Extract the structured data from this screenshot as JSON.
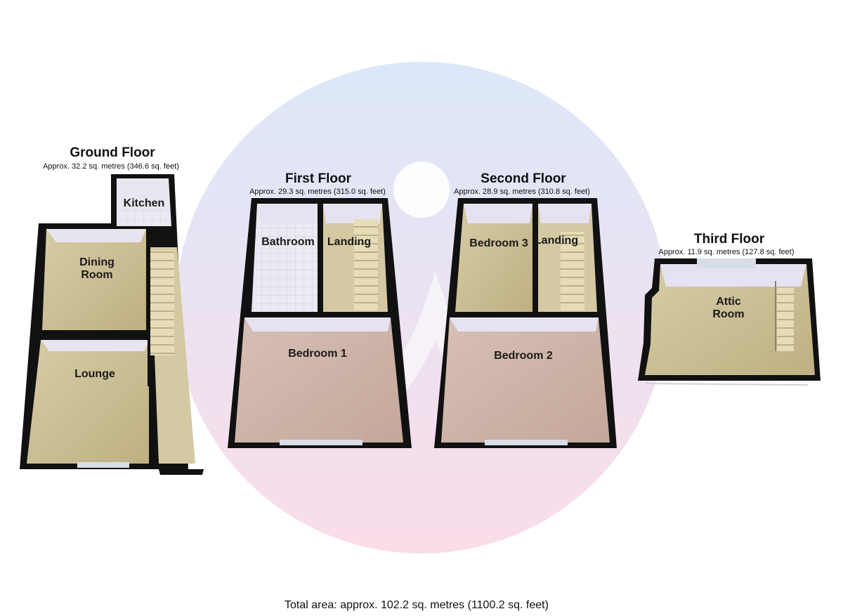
{
  "floors": {
    "ground": {
      "title": "Ground Floor",
      "area": "Approx. 32.2 sq. metres (346.6 sq. feet)",
      "rooms": {
        "kitchen": "Kitchen",
        "dining": "Dining",
        "dining2": "Room",
        "lounge": "Lounge"
      }
    },
    "first": {
      "title": "First Floor",
      "area": "Approx. 29.3 sq. metres (315.0 sq. feet)",
      "rooms": {
        "bathroom": "Bathroom",
        "landing": "Landing",
        "bedroom1": "Bedroom 1"
      }
    },
    "second": {
      "title": "Second Floor",
      "area": "Approx. 28.9 sq. metres (310.8 sq. feet)",
      "rooms": {
        "bedroom3": "Bedroom 3",
        "landing": "Landing",
        "bedroom2": "Bedroom 2"
      }
    },
    "third": {
      "title": "Third Floor",
      "area": "Approx. 11.9 sq. metres (127.8 sq. feet)",
      "rooms": {
        "attic": "Attic",
        "attic2": "Room"
      }
    }
  },
  "total_area": "Total area: approx. 102.2 sq. metres (1100.2 sq. feet)",
  "colors": {
    "wall": "#111111",
    "floor_carpet": "#c9bd93",
    "floor_bedroom": "#cdb3a8",
    "floor_tile": "#e8e4f0",
    "inner_wall": "#e6e2f2",
    "watermark_blue": "#cfe0f7",
    "watermark_pink": "#f7d3e3"
  }
}
